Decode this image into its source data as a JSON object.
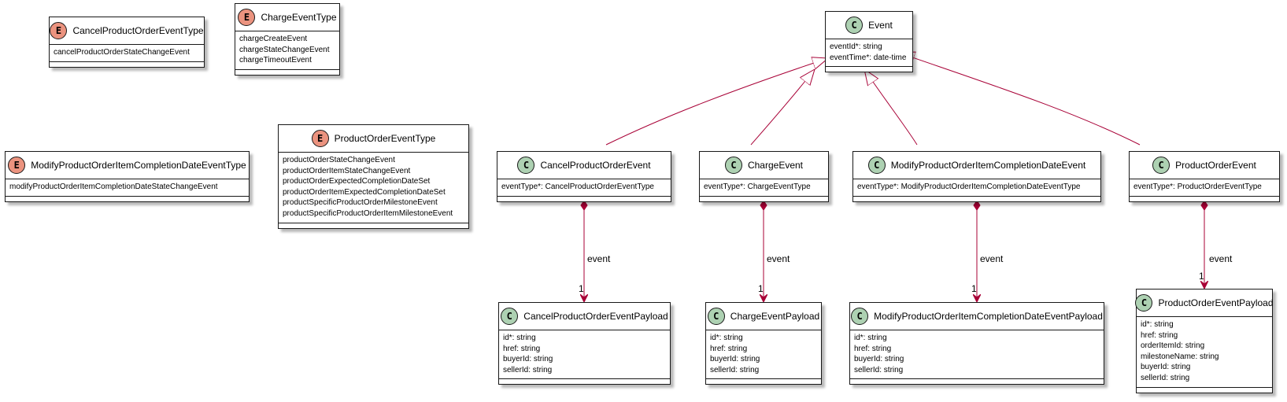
{
  "enums": {
    "cancel_type": {
      "badge": "E",
      "title": "CancelProductOrderEventType",
      "values": [
        "cancelProductOrderStateChangeEvent"
      ]
    },
    "charge_type": {
      "badge": "E",
      "title": "ChargeEventType",
      "values": [
        "chargeCreateEvent",
        "chargeStateChangeEvent",
        "chargeTimeoutEvent"
      ]
    },
    "modify_type": {
      "badge": "E",
      "title": "ModifyProductOrderItemCompletionDateEventType",
      "values": [
        "modifyProductOrderItemCompletionDateStateChangeEvent"
      ]
    },
    "product_type": {
      "badge": "E",
      "title": "ProductOrderEventType",
      "values": [
        "productOrderStateChangeEvent",
        "productOrderItemStateChangeEvent",
        "productOrderExpectedCompletionDateSet",
        "productOrderItemExpectedCompletionDateSet",
        "productSpecificProductOrderMilestoneEvent",
        "productSpecificProductOrderItemMilestoneEvent"
      ]
    }
  },
  "classes": {
    "event": {
      "badge": "C",
      "title": "Event",
      "fields": [
        "eventId*: string",
        "eventTime*: date-time"
      ]
    },
    "cancel_event": {
      "badge": "C",
      "title": "CancelProductOrderEvent",
      "fields": [
        "eventType*: CancelProductOrderEventType"
      ]
    },
    "charge_event": {
      "badge": "C",
      "title": "ChargeEvent",
      "fields": [
        "eventType*: ChargeEventType"
      ]
    },
    "modify_event": {
      "badge": "C",
      "title": "ModifyProductOrderItemCompletionDateEvent",
      "fields": [
        "eventType*: ModifyProductOrderItemCompletionDateEventType"
      ]
    },
    "product_event": {
      "badge": "C",
      "title": "ProductOrderEvent",
      "fields": [
        "eventType*: ProductOrderEventType"
      ]
    },
    "cancel_payload": {
      "badge": "C",
      "title": "CancelProductOrderEventPayload",
      "fields": [
        "id*: string",
        "href: string",
        "buyerId: string",
        "sellerId: string"
      ]
    },
    "charge_payload": {
      "badge": "C",
      "title": "ChargeEventPayload",
      "fields": [
        "id*: string",
        "href: string",
        "buyerId: string",
        "sellerId: string"
      ]
    },
    "modify_payload": {
      "badge": "C",
      "title": "ModifyProductOrderItemCompletionDateEventPayload",
      "fields": [
        "id*: string",
        "href: string",
        "buyerId: string",
        "sellerId: string"
      ]
    },
    "product_payload": {
      "badge": "C",
      "title": "ProductOrderEventPayload",
      "fields": [
        "id*: string",
        "href: string",
        "orderItemId: string",
        "milestoneName: string",
        "buyerId: string",
        "sellerId: string"
      ]
    }
  },
  "associations": {
    "cancel": {
      "label": "event",
      "multiplicity": "1"
    },
    "charge": {
      "label": "event",
      "multiplicity": "1"
    },
    "modify": {
      "label": "event",
      "multiplicity": "1"
    },
    "product": {
      "label": "event",
      "multiplicity": "1"
    }
  },
  "colors": {
    "edge": "#a80036",
    "border": "#181818",
    "class_badge": "#add1b2",
    "enum_badge": "#eb937f"
  }
}
